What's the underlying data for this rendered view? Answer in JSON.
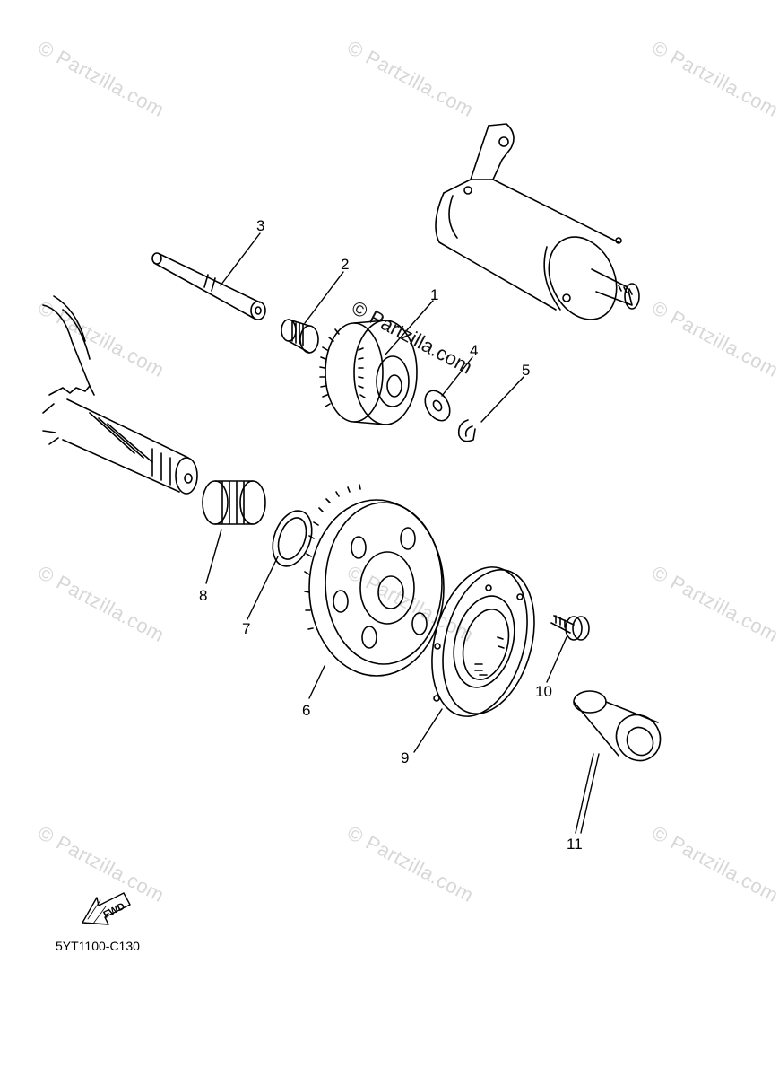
{
  "watermark": "© Partzilla.com",
  "center_watermark": "© Partzilla.com",
  "fwd_label": "FWD",
  "diagram_code": "5YT1100-C130",
  "callouts": [
    {
      "id": "1",
      "text": "1"
    },
    {
      "id": "2",
      "text": "2"
    },
    {
      "id": "3",
      "text": "3"
    },
    {
      "id": "4",
      "text": "4"
    },
    {
      "id": "5",
      "text": "5"
    },
    {
      "id": "6",
      "text": "6"
    },
    {
      "id": "7",
      "text": "7"
    },
    {
      "id": "8",
      "text": "8"
    },
    {
      "id": "9",
      "text": "9"
    },
    {
      "id": "10",
      "text": "10"
    },
    {
      "id": "11",
      "text": "11"
    }
  ]
}
